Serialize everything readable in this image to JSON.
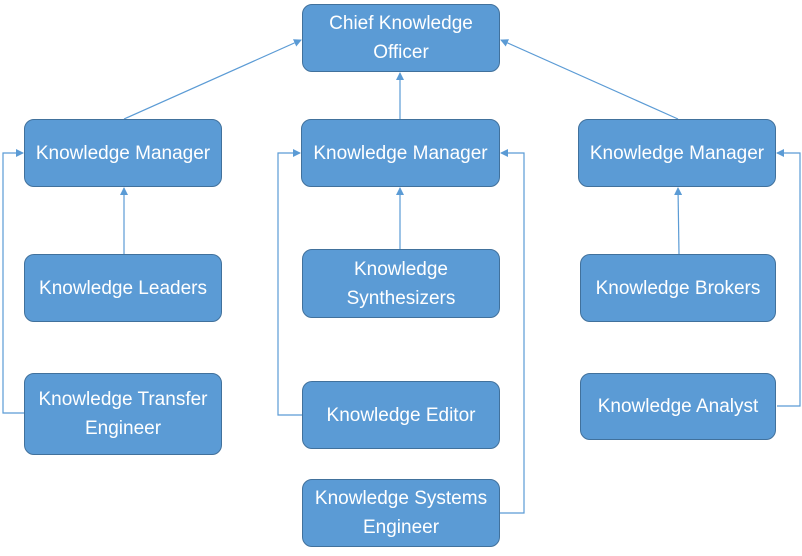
{
  "colors": {
    "box_fill": "#5b9bd5",
    "box_border": "#41719c",
    "connector": "#5b9bd5",
    "text": "#ffffff"
  },
  "nodes": {
    "cko": "Chief Knowledge Officer",
    "km_left": "Knowledge Manager",
    "km_center": "Knowledge Manager",
    "km_right": "Knowledge Manager",
    "leaders": "Knowledge Leaders",
    "synthesizers": "Knowledge Synthesizers",
    "brokers": "Knowledge Brokers",
    "transfer_engineer": "Knowledge Transfer Engineer",
    "editor": "Knowledge Editor",
    "analyst": "Knowledge Analyst",
    "systems_engineer": "Knowledge Systems Engineer"
  }
}
